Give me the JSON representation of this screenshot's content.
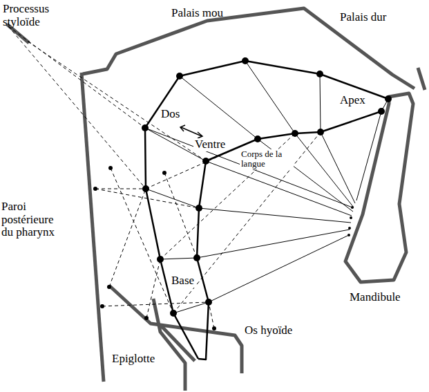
{
  "diagram": {
    "labels": [
      "Processus styloïde",
      "Palais mou",
      "Palais dur",
      "Dos",
      "Ventre",
      "Corps de la langue",
      "Apex",
      "Paroi postérieure du pharynx",
      "Base",
      "Mandibule",
      "Os hyoïde",
      "Epiglotte"
    ]
  }
}
